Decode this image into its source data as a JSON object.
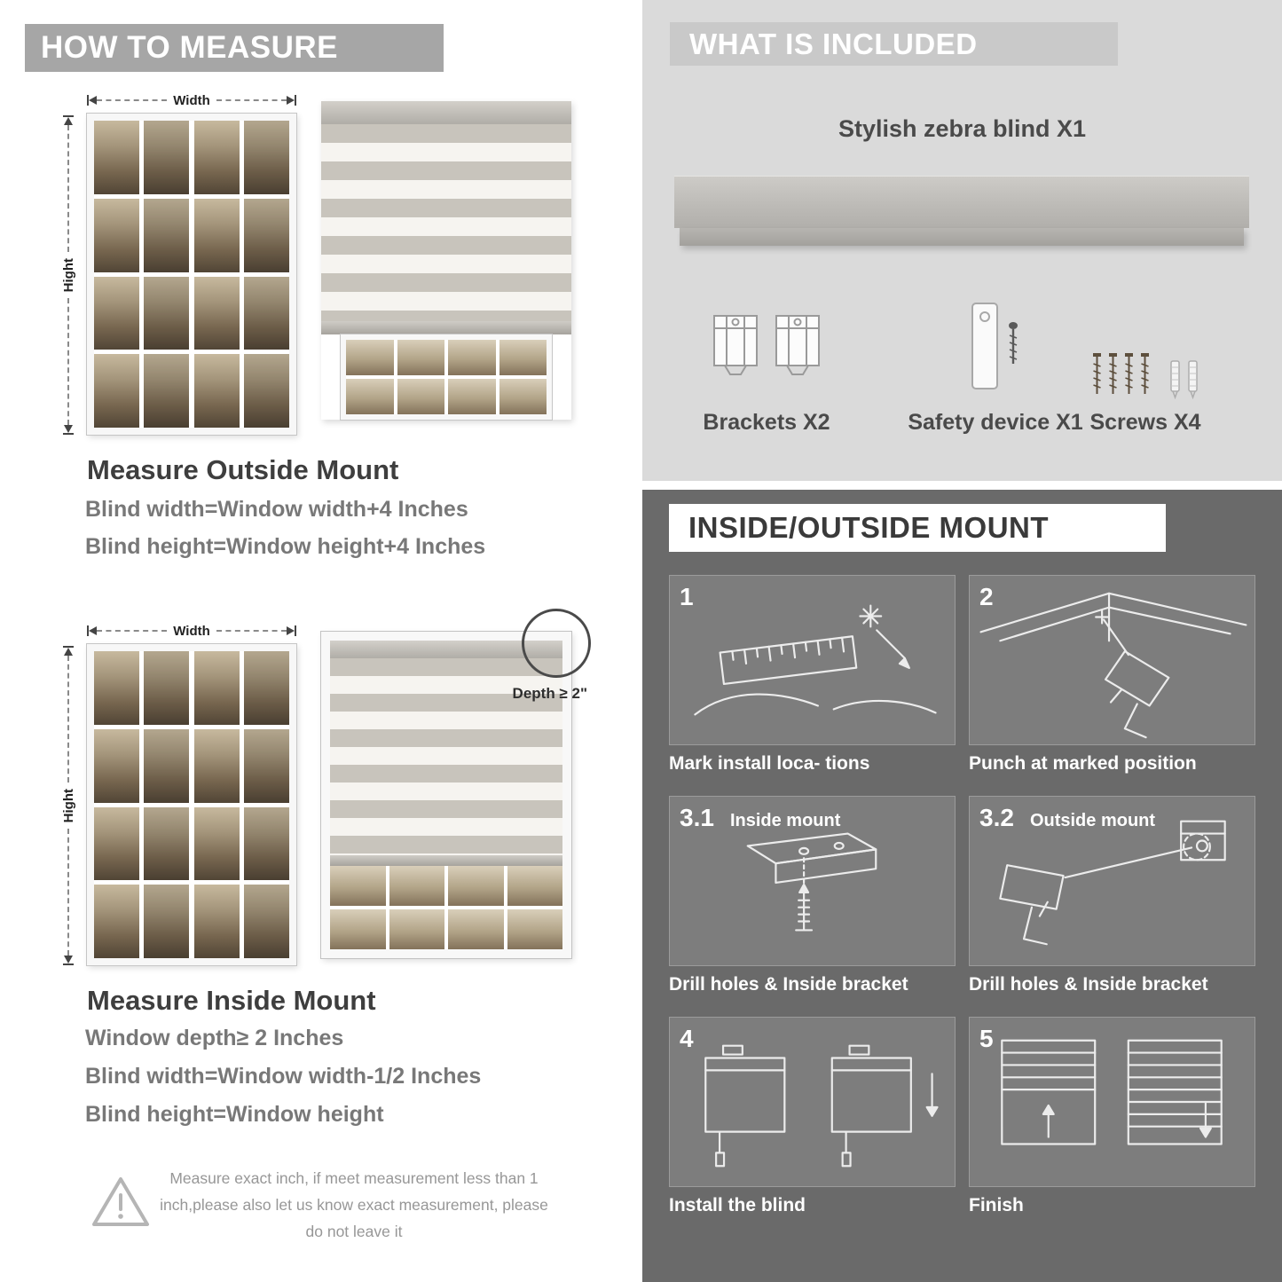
{
  "palette": {
    "banner_gray": "#a6a6a6",
    "panel_light": "#dadada",
    "panel_dark": "#6a6a6a",
    "text_dark": "#3e3e3e",
    "text_gray": "#787878"
  },
  "left": {
    "header": "HOW TO MEASURE",
    "outside": {
      "width_label": "Width",
      "height_label": "Hight",
      "title": "Measure Outside Mount",
      "line1": "Blind width=Window width+4 Inches",
      "line2": "Blind height=Window height+4 Inches"
    },
    "inside": {
      "width_label": "Width",
      "height_label": "Hight",
      "depth_label": "Depth ≥ 2\"",
      "title": "Measure Inside Mount",
      "line1": "Window depth≥ 2 Inches",
      "line2": "Blind width=Window width-1/2 Inches",
      "line3": "Blind height=Window height"
    },
    "note": "Measure exact inch, if meet measurement less than 1 inch,please also let us know exact measurement, please do not leave it"
  },
  "included": {
    "header": "WHAT IS INCLUDED",
    "blind_label": "Stylish zebra blind X1",
    "items": [
      {
        "label": "Brackets X2"
      },
      {
        "label": "Safety device X1"
      },
      {
        "label": "Screws X4"
      }
    ]
  },
  "mount": {
    "header": "INSIDE/OUTSIDE MOUNT",
    "steps": [
      {
        "num": "1",
        "label": "",
        "caption": "Mark install loca- tions"
      },
      {
        "num": "2",
        "label": "",
        "caption": "Punch at marked position"
      },
      {
        "num": "3.1",
        "label": "Inside mount",
        "caption": "Drill holes & Inside bracket"
      },
      {
        "num": "3.2",
        "label": "Outside mount",
        "caption": "Drill holes & Inside bracket"
      },
      {
        "num": "4",
        "label": "",
        "caption": "Install the blind"
      },
      {
        "num": "5",
        "label": "",
        "caption": "Finish"
      }
    ]
  }
}
